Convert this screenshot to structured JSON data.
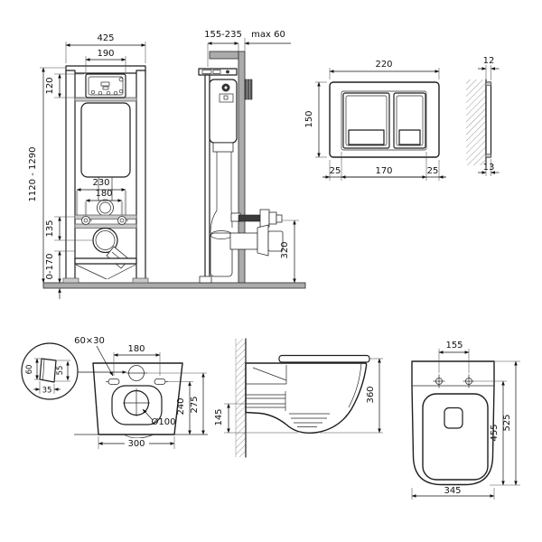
{
  "page": {
    "background": "#ffffff",
    "line_color": "#1f1f1f",
    "gray_fill": "#ababab"
  },
  "labels": {
    "frame_front": {
      "total_width": "425",
      "panel_width": "190",
      "panel_height": "120",
      "frame_height": "1120 - 1290",
      "fixing_width": "230",
      "pipe_width": "180",
      "bracket_height": "135",
      "foot_height": "0-170"
    },
    "frame_side": {
      "depth_range": "155-235",
      "wall_max": "max 60",
      "outlet_height": "320"
    },
    "plate_front": {
      "width": "220",
      "height": "150",
      "left_margin": "25",
      "buttons_width": "170",
      "right_margin": "25"
    },
    "plate_side": {
      "top_thickness": "12",
      "bottom_thickness": "13"
    },
    "bowl_rear": {
      "hole_size": "60×30",
      "hole_spacing": "180",
      "detail_height": "60",
      "detail_inner": "55",
      "detail_width": "35",
      "fixing_height": "240",
      "inlet_height": "275",
      "bottom_width": "300",
      "drain_diameter": "Ø100"
    },
    "bowl_side": {
      "bowl_height": "360",
      "outlet_height": "145"
    },
    "bowl_top": {
      "hinge_spacing": "155",
      "seat_length": "455",
      "total_length": "525",
      "width": "345"
    }
  }
}
